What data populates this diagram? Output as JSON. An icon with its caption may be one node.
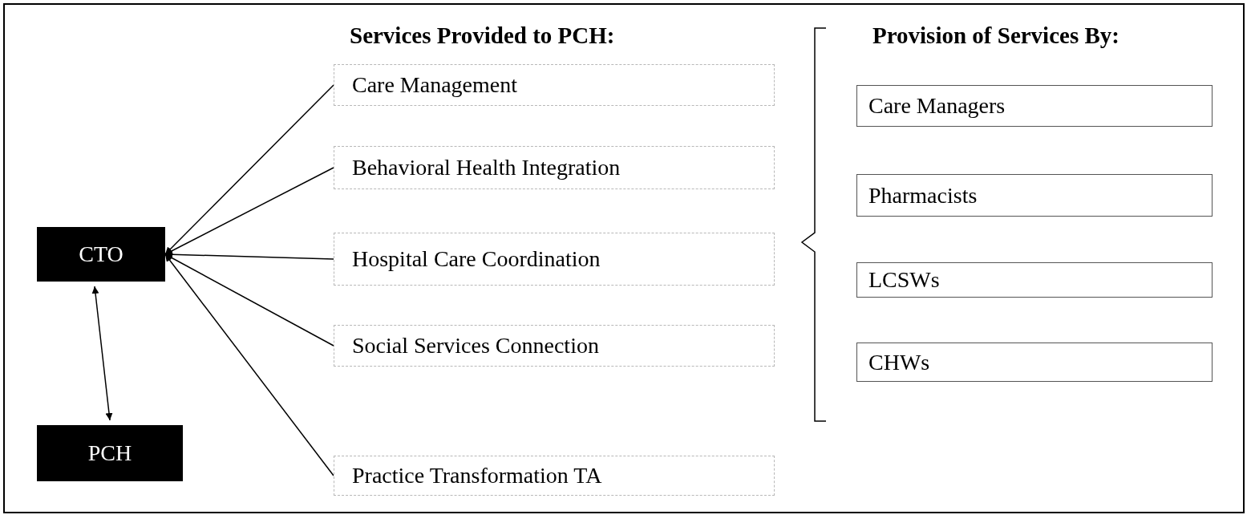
{
  "diagram": {
    "nodes": [
      {
        "text": [
          "CTO"
        ]
      },
      {
        "text": [
          "PCH"
        ]
      },
      {
        "text": [
          "Care Management"
        ]
      },
      {
        "text": [
          "Behavioral Health Integration"
        ]
      },
      {
        "text": [
          "Hospital Care Coordination"
        ]
      },
      {
        "text": [
          "Social Services Connection"
        ]
      },
      {
        "text": [
          "Practice Transformation TA"
        ]
      },
      {
        "text": [
          "Care Managers"
        ]
      },
      {
        "text": [
          "Pharmacists"
        ]
      },
      {
        "text": [
          "LCSWs"
        ]
      },
      {
        "text": [
          "CHWs"
        ]
      }
    ],
    "edges": [
      {
        "from": 2,
        "to": 0,
        "arrow": "to"
      },
      {
        "from": 3,
        "to": 0,
        "arrow": "to"
      },
      {
        "from": 4,
        "to": 0,
        "arrow": "to"
      },
      {
        "from": 5,
        "to": 0,
        "arrow": "to"
      },
      {
        "from": 6,
        "to": 0,
        "arrow": "to"
      },
      {
        "from": 0,
        "to": 1,
        "arrow": "both"
      }
    ],
    "labels": [
      "Services Provided to PCH:",
      "Provision of Services By:"
    ]
  }
}
